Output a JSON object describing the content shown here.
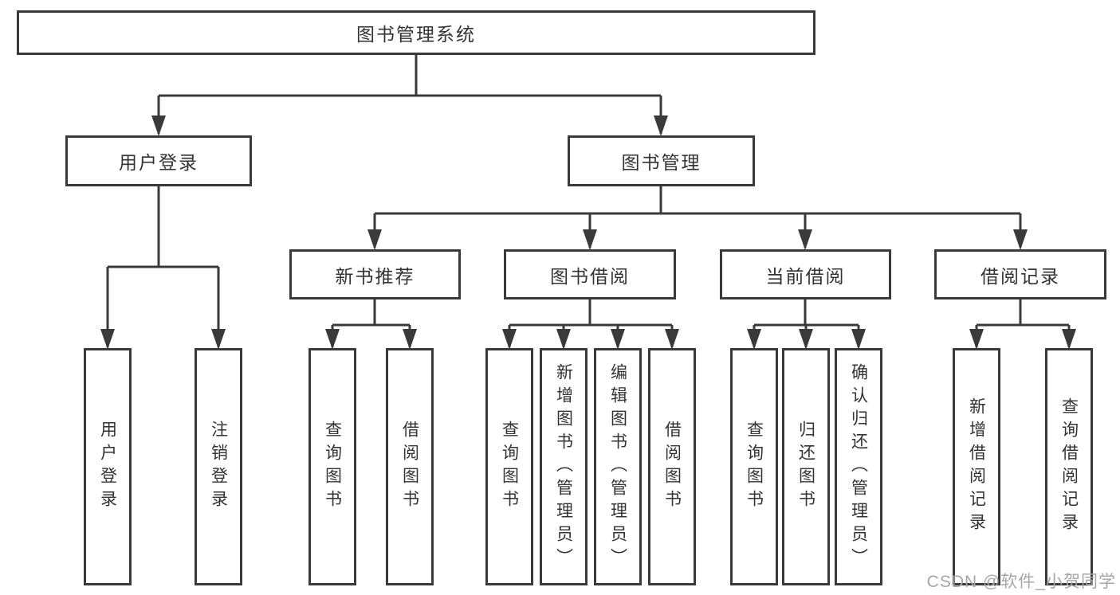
{
  "page": {
    "background": "#ffffff"
  },
  "diagram": {
    "type": "hierarchy-tree",
    "line_color": "#3a3a3a",
    "text_color": "#333333",
    "root": "图书管理系统",
    "level2": {
      "user_login": "用户登录",
      "book_management": "图书管理"
    },
    "level3": {
      "new_book_recommend": "新书推荐",
      "book_borrow": "图书借阅",
      "current_borrow": "当前借阅",
      "borrow_records": "借阅记录"
    },
    "leaves": {
      "user_login": [
        "用户登录",
        "注销登录"
      ],
      "new_book_recommend": [
        "查询图书",
        "借阅图书"
      ],
      "book_borrow": [
        "查询图书",
        "新增图书（管理员）",
        "编辑图书（管理员）",
        "借阅图书"
      ],
      "current_borrow": [
        "查询图书",
        "归还图书",
        "确认归还（管理员）"
      ],
      "borrow_records": [
        "新增借阅记录",
        "查询借阅记录"
      ]
    }
  },
  "watermark": {
    "text": "CSDN @软件_小贺同学",
    "color": "#a6a6a6"
  }
}
